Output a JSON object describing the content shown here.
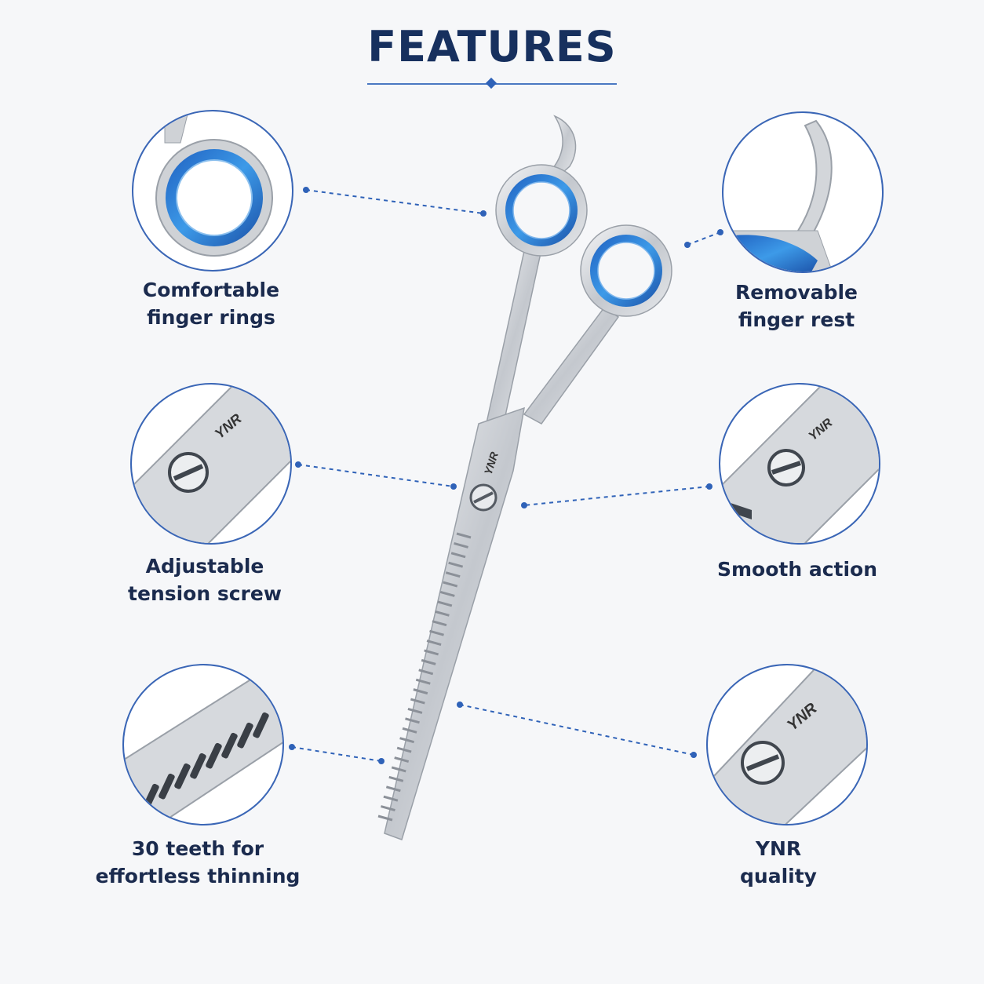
{
  "header": {
    "title": "FEATURES"
  },
  "features": [
    {
      "line1": "Comfortable",
      "line2": "finger rings"
    },
    {
      "line1": "Removable",
      "line2": "finger rest"
    },
    {
      "line1": "Adjustable",
      "line2": "tension screw"
    },
    {
      "line1": "Smooth action",
      "line2": ""
    },
    {
      "line1": "30 teeth for",
      "line2": "effortless thinning"
    },
    {
      "line1": "YNR",
      "line2": "quality"
    }
  ],
  "brand": {
    "mark": "YNR"
  },
  "colors": {
    "accent": "#2f62b8",
    "ring_blue": "#2f7fd6",
    "title": "#17305e",
    "steel": "#c9ccd1"
  }
}
